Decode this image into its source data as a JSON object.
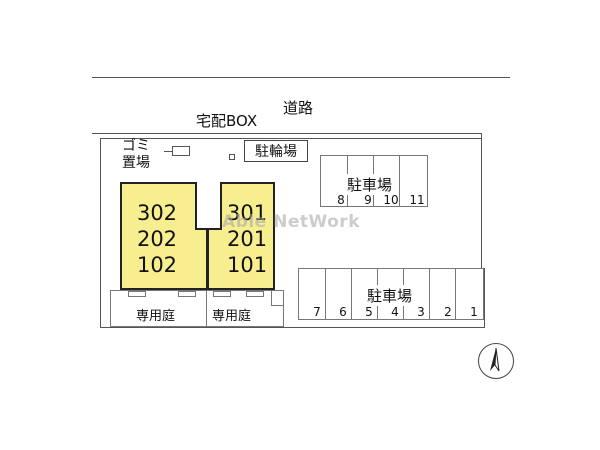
{
  "road": {
    "label": "道路"
  },
  "delivery_box": {
    "label": "宅配BOX"
  },
  "garbage": {
    "label_line1": "ゴミ",
    "label_line2": "置場"
  },
  "bicycle_parking": {
    "label": "駐輪場"
  },
  "building": {
    "color": "#f7ee8f",
    "left_units": [
      "302",
      "202",
      "102"
    ],
    "right_units": [
      "301",
      "201",
      "101"
    ]
  },
  "gardens": {
    "left_label": "専用庭",
    "right_label": "専用庭"
  },
  "parking_upper": {
    "label": "駐車場",
    "slots": [
      "8",
      "9",
      "10",
      "11"
    ]
  },
  "parking_lower": {
    "label": "駐車場",
    "slots": [
      "7",
      "6",
      "5",
      "4",
      "3",
      "2",
      "1"
    ]
  },
  "watermark": {
    "text": "Able NetWork"
  },
  "compass": {
    "icon": "north-arrow-icon"
  }
}
